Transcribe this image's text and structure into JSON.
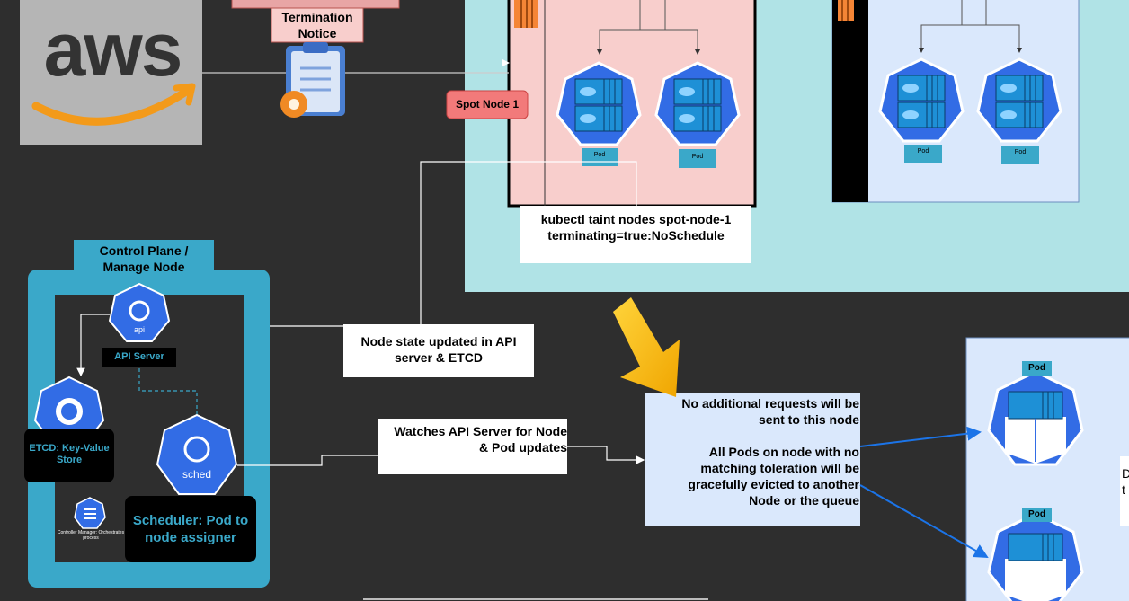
{
  "aws_logo": {
    "text": "aws"
  },
  "termination_notice": {
    "label": "Termination Notice"
  },
  "spot_node_1": {
    "label": "Spot Node 1"
  },
  "pods": {
    "label": "Pod"
  },
  "taint_command": {
    "line1": "kubectl taint nodes spot-node-1",
    "line2": "terminating=true:NoSchedule"
  },
  "control_plane": {
    "title_line1": "Control Plane /",
    "title_line2": "Manage Node"
  },
  "api_server": {
    "icon_label": "api",
    "label": "API Server"
  },
  "etcd": {
    "label_line1": "ETCD: Key-Value",
    "label_line2": "Store"
  },
  "scheduler": {
    "icon_label": "sched",
    "label_line1": "Scheduler: Pod to",
    "label_line2": "node assigner"
  },
  "controller_manager": {
    "label_line1": "Controller Manager: Orchestrates",
    "label_line2": "process"
  },
  "node_state_note": {
    "line1": "Node state updated in API",
    "line2": "server & ETCD"
  },
  "watches_note": {
    "line1": "Watches API Server for Node",
    "line2": "& Pod updates"
  },
  "result_note": {
    "line1": "No additional requests will be",
    "line2": "sent to this node",
    "line3": "All Pods on node with no",
    "line4": "matching toleration will be",
    "line5": "gracefully evicted to another",
    "line6": "Node or the queue"
  },
  "right_cut_text": {
    "line1": "D",
    "line2": "t"
  },
  "colors": {
    "background": "#2e2e2e",
    "cluster_bg": "#b0e3e6",
    "spot_node_bg": "#f8cecc",
    "node_bg": "#dae8fc",
    "control_plane": "#3aa8c9",
    "k8s_blue": "#326ce5",
    "arrow_yellow": "#f5b800",
    "arrow_blue": "#1b74e8"
  }
}
